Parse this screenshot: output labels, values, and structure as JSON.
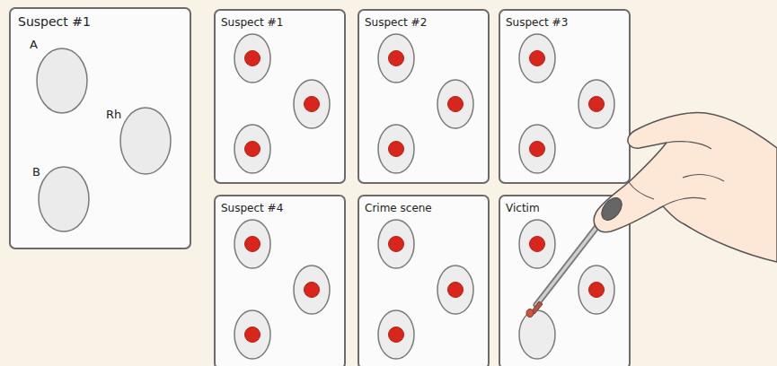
{
  "diagram": {
    "nodes": [
      {
        "text": [
          "Suspect #1"
        ]
      },
      {
        "text": [
          "A"
        ],
        "in": 0
      },
      {
        "text": [
          "Rh"
        ],
        "in": 0
      },
      {
        "text": [
          "B"
        ],
        "in": 0
      },
      {
        "text": [
          "Suspect #1"
        ]
      },
      {
        "text": [
          "Suspect #2"
        ]
      },
      {
        "text": [
          "Suspect #3"
        ]
      },
      {
        "text": [
          "Suspect #4"
        ]
      },
      {
        "text": [
          "Crime scene"
        ]
      },
      {
        "text": [
          "Victim"
        ]
      }
    ]
  }
}
